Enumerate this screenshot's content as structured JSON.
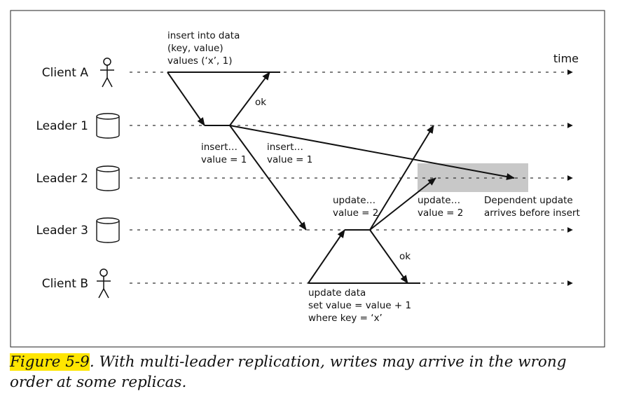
{
  "rows": [
    {
      "label": "Client A",
      "icon": "person-icon"
    },
    {
      "label": "Leader 1",
      "icon": "database-icon"
    },
    {
      "label": "Leader 2",
      "icon": "database-icon"
    },
    {
      "label": "Leader 3",
      "icon": "database-icon"
    },
    {
      "label": "Client B",
      "icon": "person-icon"
    }
  ],
  "time_label": "time",
  "annotations": {
    "insert_request": [
      "insert into data",
      "(key, value)",
      "values (‘x’, 1)"
    ],
    "ok_a": "ok",
    "insert_leader1_left": [
      "insert…",
      "value = 1"
    ],
    "insert_leader1_right": [
      "insert…",
      "value = 1"
    ],
    "update_leader3": [
      "update…",
      "value = 2"
    ],
    "update_leader2": [
      "update…",
      "value = 2"
    ],
    "dependent_note": [
      "Dependent update",
      "arrives before insert"
    ],
    "ok_b": "ok",
    "update_request": [
      "update data",
      "set value = value + 1",
      "where key = ‘x’"
    ]
  },
  "highlight_color": "#c8c8c8",
  "caption": {
    "figure_ref": "Figure 5-9",
    "text": ". With multi-leader replication, writes may arrive in the wrong order at some replicas."
  }
}
